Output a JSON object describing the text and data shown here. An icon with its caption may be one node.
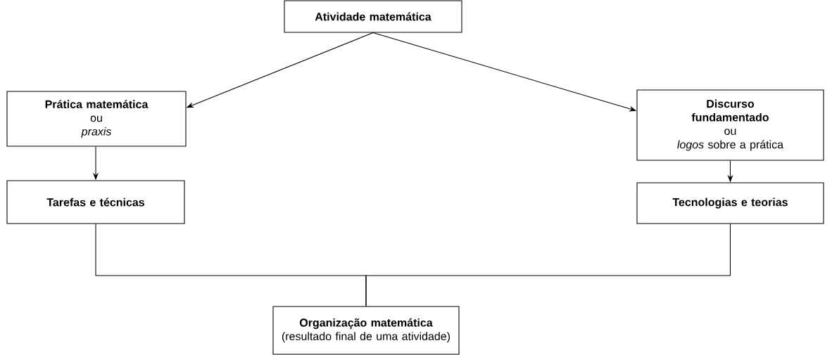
{
  "diagram": {
    "nodes": [
      {
        "text": [
          "Atividade matemática"
        ]
      },
      {
        "text": [
          "Prática matemática",
          "ou",
          "praxis"
        ]
      },
      {
        "text": [
          "Discurso fundamentado",
          "ou",
          "*logos* sobre a prática"
        ]
      },
      {
        "text": [
          "Tarefas e técnicas"
        ]
      },
      {
        "text": [
          "Tecnologias e teorias"
        ]
      },
      {
        "text": [
          "Organização matemática",
          "(resultado final de uma atividade)"
        ]
      }
    ],
    "edges": [
      {
        "from": 0,
        "to": 1,
        "arrow": "to"
      },
      {
        "from": 0,
        "to": 2,
        "arrow": "to"
      },
      {
        "from": 1,
        "to": 3,
        "arrow": "to"
      },
      {
        "from": 2,
        "to": 4,
        "arrow": "to"
      },
      {
        "from": 3,
        "to": 5,
        "arrow": "none"
      },
      {
        "from": 4,
        "to": 5,
        "arrow": "none"
      }
    ]
  }
}
